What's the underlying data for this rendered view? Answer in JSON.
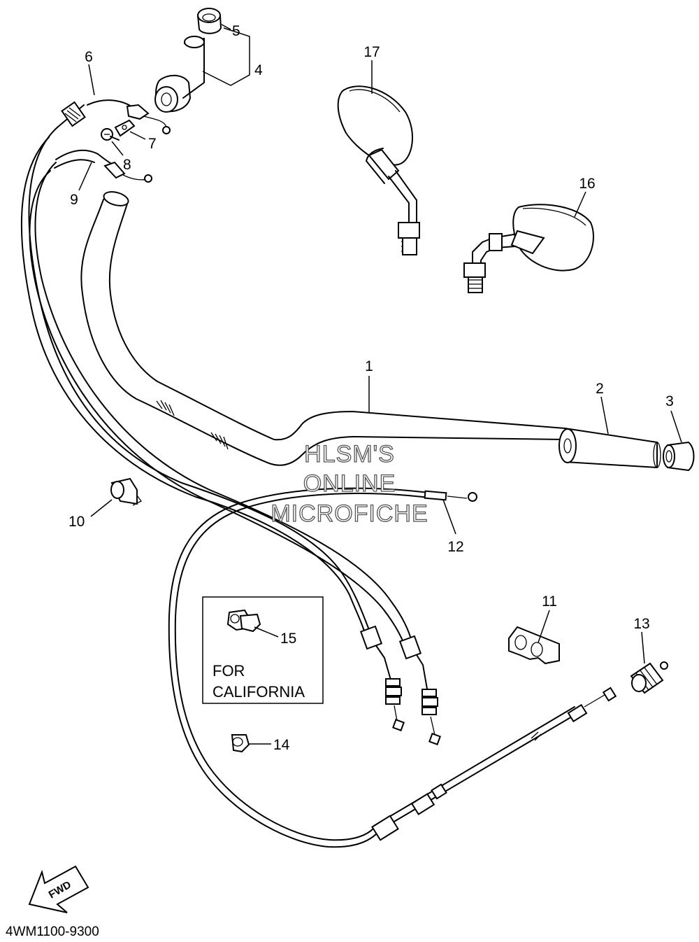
{
  "callouts": [
    "1",
    "2",
    "3",
    "4",
    "5",
    "6",
    "7",
    "8",
    "9",
    "10",
    "11",
    "12",
    "13",
    "14",
    "15",
    "16",
    "17"
  ],
  "watermark": [
    "HLSM'S",
    "ONLINE",
    "MICROFICHE"
  ],
  "note_box": {
    "callout": "15",
    "lines": [
      "FOR",
      "CALIFORNIA"
    ]
  },
  "fwd_label": "FWD",
  "diagram_code": "4WM1100-9300",
  "colors": {
    "ink": "#000000",
    "background": "#ffffff",
    "watermark_outline": "#555555"
  }
}
